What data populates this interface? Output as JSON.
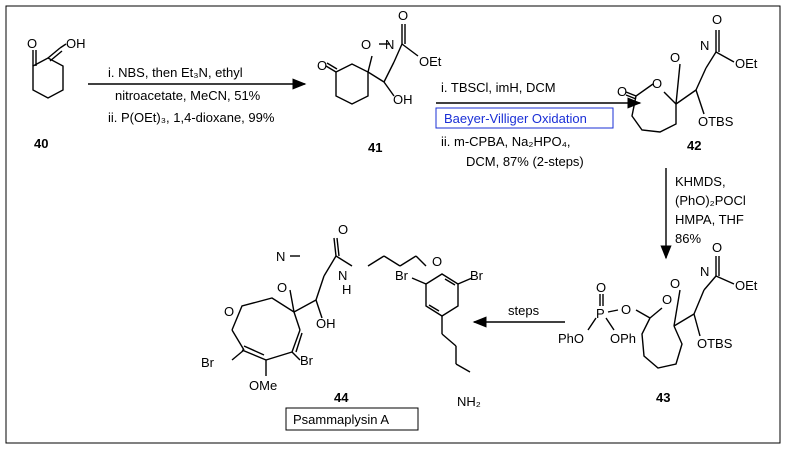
{
  "compounds": {
    "c40": "40",
    "c41": "41",
    "c42": "42",
    "c43": "43",
    "c44": "44"
  },
  "natural_product_name": "Psammaplysin A",
  "steps": {
    "step1": {
      "line1": "i. NBS, then Et₃N, ethyl",
      "line2": "nitroacetate, MeCN, 51%",
      "line3": "ii. P(OEt)₃, 1,4-dioxane, 99%"
    },
    "step2": {
      "line1": "i. TBSCl, imH, DCM",
      "highlight": "Baeyer-Villiger Oxidation",
      "line3": "ii. m-CPBA, Na₂HPO₄,",
      "line4": "DCM, 87% (2-steps)"
    },
    "step3": {
      "line1": "KHMDS,",
      "line2": "(PhO)₂POCl",
      "line3": "HMPA, THF",
      "line4": "86%"
    },
    "step4": {
      "label": "steps"
    }
  },
  "atoms": {
    "O": "O",
    "OH": "OH",
    "N": "N",
    "OEt": "OEt",
    "OTBS": "OTBS",
    "P": "P",
    "PhO": "PhO",
    "OPh": "OPh",
    "Br": "Br",
    "OMe": "OMe",
    "H": "H",
    "NH2": "NH₂"
  },
  "colors": {
    "highlight": "#1a2fd6",
    "frame": "#000000"
  }
}
